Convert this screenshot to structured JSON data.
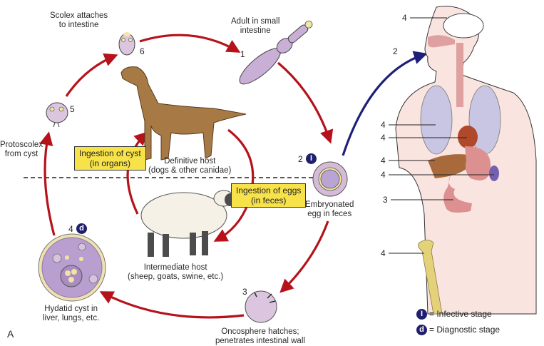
{
  "figure": {
    "panel_label": "A",
    "title": "Echinococcus granulosus life cycle"
  },
  "stages": [
    {
      "number": "1",
      "label_line1": "Adult in small",
      "label_line2": "intestine"
    },
    {
      "number": "2",
      "label_line1": "Embryonated",
      "label_line2": "egg in feces",
      "badge": "I"
    },
    {
      "number": "3",
      "label_line1": "Oncosphere hatches;",
      "label_line2": "penetrates intestinal wall"
    },
    {
      "number": "4",
      "label_line1": "Hydatid cyst in",
      "label_line2": "liver, lungs, etc.",
      "badge": "d"
    },
    {
      "number": "5",
      "label_line1": "Protoscolex",
      "label_line2": "from cyst"
    },
    {
      "number": "6",
      "label_line1": "Scolex attaches",
      "label_line2": "to intestine"
    }
  ],
  "hosts": {
    "definitive": {
      "line1": "Definitive host",
      "line2": "(dogs & other canidae)"
    },
    "intermediate": {
      "line1": "Intermediate host",
      "line2": "(sheep, goats, swine, etc.)"
    }
  },
  "boxes": {
    "cyst": {
      "line1": "Ingestion of cyst",
      "line2": "(in organs)"
    },
    "eggs": {
      "line1": "Ingestion of eggs",
      "line2": "(in feces)"
    }
  },
  "human": {
    "entry_number": "2",
    "organ_labels": [
      {
        "organ": "brain",
        "number": "4"
      },
      {
        "organ": "lung",
        "number": "4"
      },
      {
        "organ": "heart",
        "number": "4"
      },
      {
        "organ": "liver",
        "number": "4"
      },
      {
        "organ": "spleen",
        "number": "4"
      },
      {
        "organ": "intestine",
        "number": "3"
      },
      {
        "organ": "bone",
        "number": "4"
      }
    ]
  },
  "legend": {
    "infective": {
      "symbol": "I",
      "text": "= Infective stage"
    },
    "diagnostic": {
      "symbol": "d",
      "text": "= Diagnostic stage"
    }
  },
  "colors": {
    "cycle_arrow": "#b5121b",
    "human_arrow": "#1f1f7a",
    "badge": "#1f1f6e",
    "box_fill": "#f7e24a",
    "parasite": "#c9aed6",
    "body": "#f9e4e0"
  }
}
